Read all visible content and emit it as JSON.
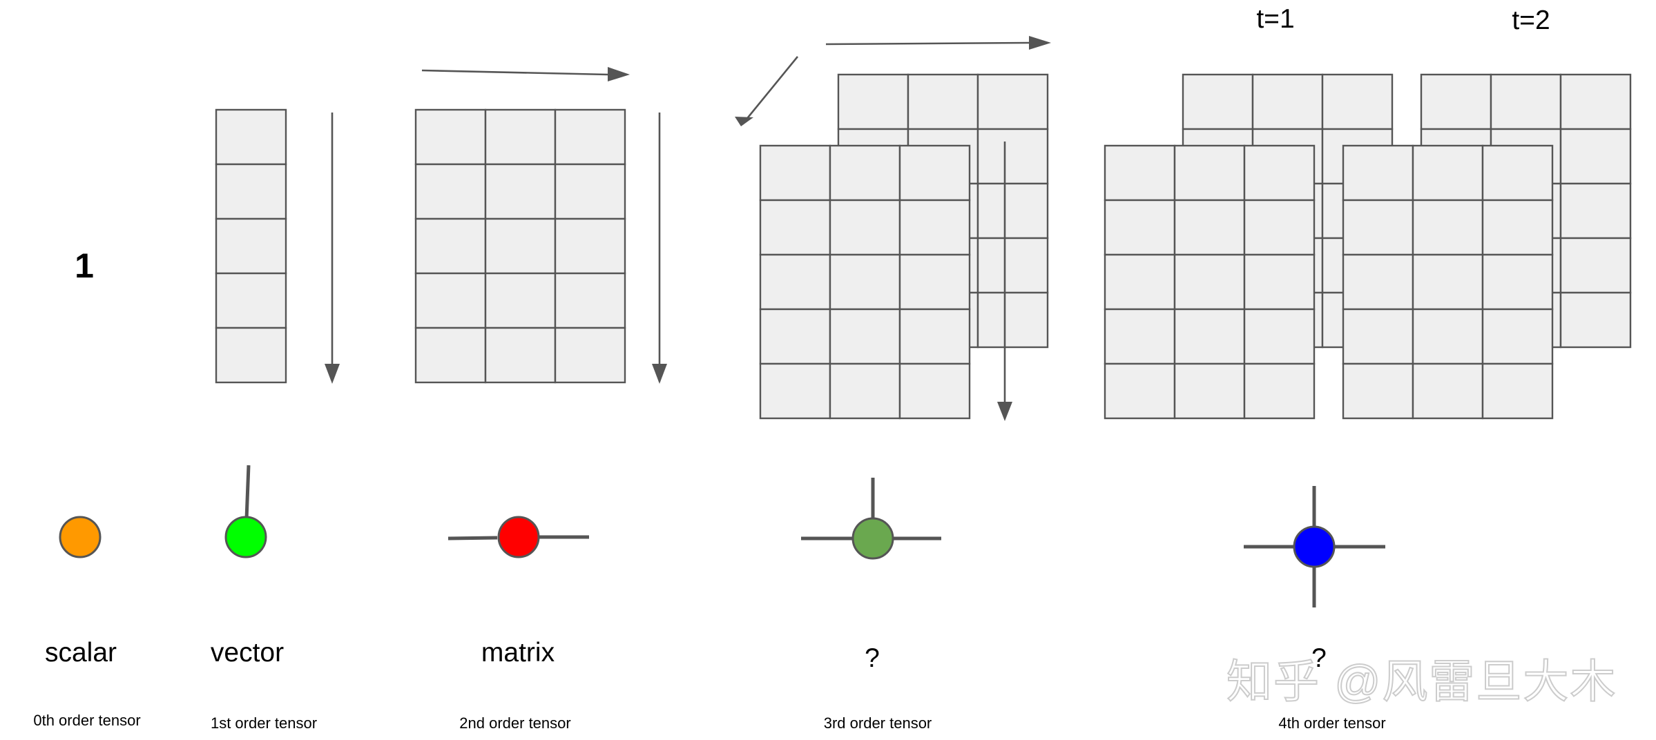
{
  "scalar": {
    "value": "1",
    "label": "scalar",
    "order": "0th order tensor",
    "color": "#FF9900"
  },
  "vector": {
    "label": "vector",
    "order": "1st order tensor",
    "color": "#00FF00"
  },
  "matrix": {
    "label": "matrix",
    "order": "2nd order tensor",
    "color": "#FF0000"
  },
  "tensor3": {
    "label": "?",
    "order": "3rd order tensor",
    "color": "#6AA84F"
  },
  "tensor4": {
    "label": "?",
    "order": "4th order tensor",
    "color": "#0000FF",
    "time_labels": [
      "t=1",
      "t=2"
    ]
  },
  "watermark": "知乎 @风雷旦大木",
  "colors": {
    "cell_fill": "#EFEFEF",
    "line": "#555555"
  }
}
